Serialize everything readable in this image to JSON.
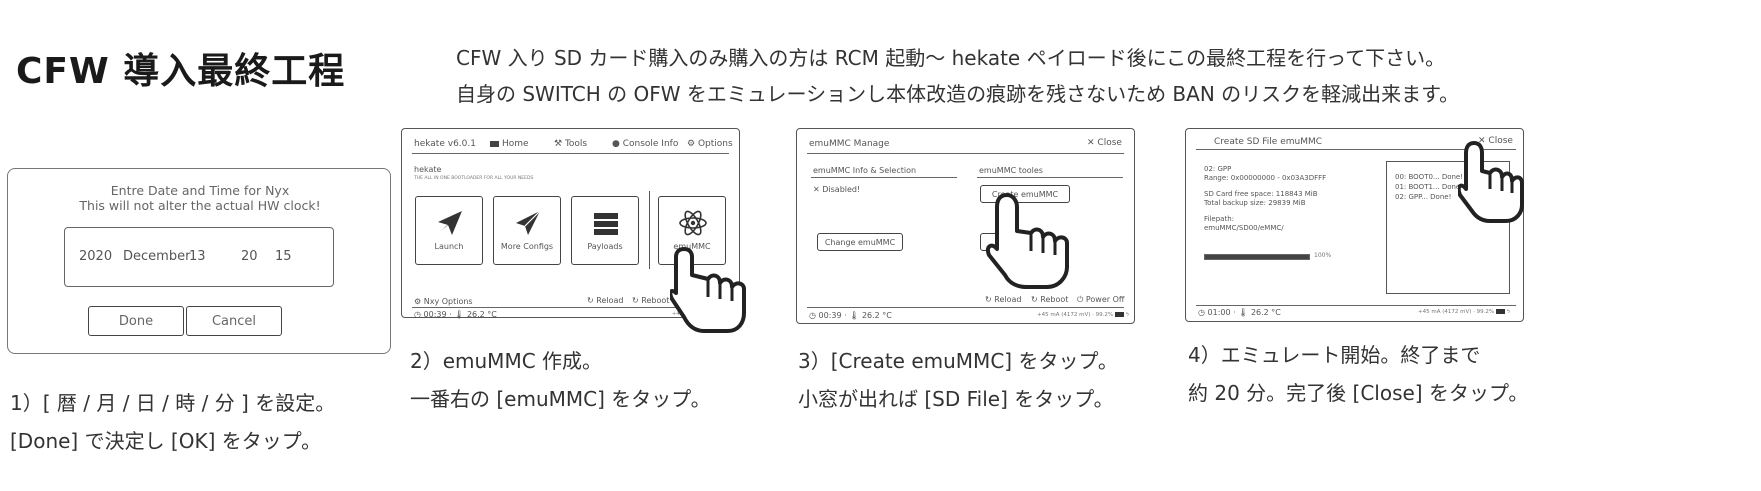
{
  "title": "CFW 導入最終工程",
  "intro": {
    "line1": "CFW 入り SD カード購入のみ購入の方は RCM 起動〜 hekate ペイロード後にこの最終工程を行って下さい。",
    "line2": "自身の SWITCH の OFW をエミュレーションし本体改造の痕跡を残さないため BAN のリスクを軽減出来ます。"
  },
  "step1": {
    "prompt_line1": "Entre Date and Time for Nyx",
    "prompt_line2": "This will not alter the actual HW clock!",
    "year": "2020",
    "month": "December",
    "day": "13",
    "hour": "20",
    "minute": "15",
    "done_label": "Done",
    "cancel_label": "Cancel",
    "caption_line1": "1）[ 暦 / 月 / 日 / 時 / 分 ] を設定。",
    "caption_line2": "[Done] で決定し [OK] をタップ。"
  },
  "step2": {
    "version": "hekate  v6.0.1",
    "menu_home": "Home",
    "menu_tools": "Tools",
    "menu_console": "Console Info",
    "menu_options": "Options",
    "brand": "hekate",
    "tagline": "THE ALL IN ONE BOOTLOADER FOR ALL YOUR NEEDS",
    "tiles": [
      "Launch",
      "More Configs",
      "Payloads",
      "emuMMC"
    ],
    "nyx_options": "Nxy Options",
    "reload": "Reload",
    "reboot": "Reboot",
    "status_time": "00:39",
    "status_temp": "26.2 °C",
    "status_right": "+45 mA",
    "caption_line1": "2）emuMMC 作成。",
    "caption_line2": "一番右の [emuMMC] をタップ。"
  },
  "step3": {
    "window_title": "emuMMC Manage",
    "close_label": "Close",
    "left_header": "emuMMC Info & Selection",
    "right_header": "emuMMC tooles",
    "status": "Disabled!",
    "create_label": "Create emuMMC",
    "change_label": "Change emuMMC",
    "migrate_label": "Migrate emuMMC",
    "reload": "Reload",
    "reboot": "Reboot",
    "power_off": "Power Off",
    "status_time": "00:39",
    "status_temp": "26.2 °C",
    "status_right": "+45 mA (4172 mV)  ·  99.2%",
    "caption_line1": "3）[Create emuMMC] をタップ。",
    "caption_line2": "小窓が出れば [SD File] をタップ。"
  },
  "step4": {
    "window_title": "Create SD File emuMMC",
    "close_label": "Close",
    "info_lines": [
      "02: GPP",
      "Range: 0x00000000 - 0x03A3DFFF",
      "",
      "SD Card free space: 118843 MiB",
      "Total backup size: 29839 MiB",
      "",
      "Filepath:",
      "emuMMC/SD00/eMMC/"
    ],
    "progress_percent": 100,
    "progress_label": "100%",
    "log_lines": [
      "00: BOOT0... Done!",
      "01: BOOT1... Done!",
      "02: GPP... Done!"
    ],
    "status_time": "01:00",
    "status_temp": "26.2 °C",
    "status_right": "+45 mA (4172 mV)  ·  99.2%",
    "caption_line1": "4）エミュレート開始。終了まで",
    "caption_line2": "約 20 分。完了後 [Close] をタップ。"
  },
  "colors": {
    "frame": "#555555",
    "text": "#333333",
    "title": "#1a1a1a"
  },
  "icons": [
    "pointing-hand-icon",
    "launch-arrow-icon",
    "send-icon",
    "payloads-icon",
    "atom-icon",
    "gear-icon",
    "clock-icon",
    "reload-icon",
    "power-icon",
    "battery-icon",
    "close-icon"
  ]
}
